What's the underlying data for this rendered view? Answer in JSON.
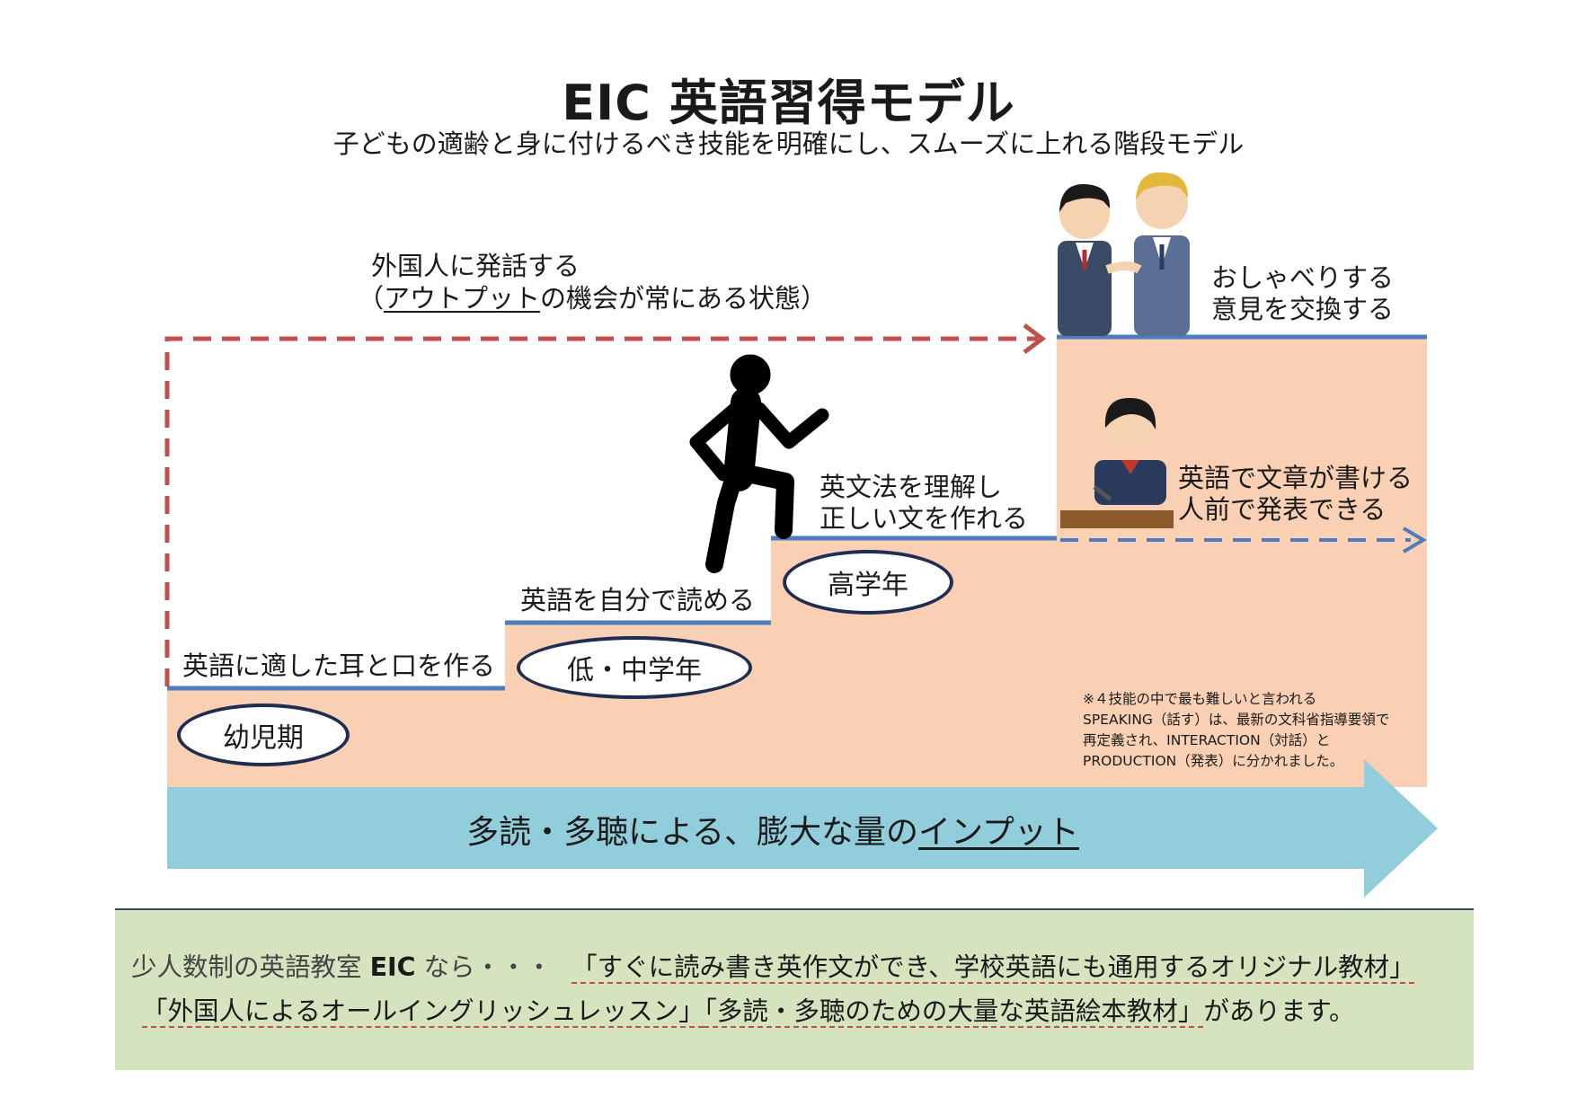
{
  "title": "EIC 英語習得モデル",
  "subtitle": "子どもの適齢と身に付けるべき技能を明確にし、スムーズに上れる階段モデル",
  "output_label": {
    "line1": "外国人に発話する",
    "line2_open": "（",
    "line2_underlined": "アウトプット",
    "line2_rest": "の機会が常にある状態）"
  },
  "steps": [
    {
      "stage": "幼児期",
      "skill": "英語に適した耳と口を作る"
    },
    {
      "stage": "低・中学年",
      "skill": "英語を自分で読める"
    },
    {
      "stage": "高学年",
      "skill_line1": "英文法を理解し",
      "skill_line2": "正しい文を作れる"
    }
  ],
  "top_step": {
    "upper_line1": "おしゃべりする",
    "upper_line2": "意見を交換する",
    "lower_line1": "英語で文章が書ける",
    "lower_line2": "人前で発表できる"
  },
  "note": {
    "line1": "※４技能の中で最も難しいと言われる",
    "line2": "SPEAKING（話す）は、最新の文科省指導要領で",
    "line3": "再定義され、INTERACTION（対話）と",
    "line4": "PRODUCTION（発表）に分かれました。"
  },
  "input_arrow": {
    "text_plain": "多読・多聴による、膨大な量の",
    "text_underlined": "インプット"
  },
  "footer": {
    "line1_intro": "少人数制の英語教室 ",
    "line1_brand": "EIC",
    "line1_mid": " なら・・・",
    "line1_quote": "「すぐに読み書き英作文ができ、学校英語にも通用するオリジナル教材」",
    "line2_quote1": "「外国人によるオールイングリッシュレッスン」",
    "line2_quote2": "「多読・多聴のための大量な英語絵本教材」",
    "line2_end": "があります。"
  },
  "colors": {
    "step_fill": "#f9d0b4",
    "step_line": "#4f7bbf",
    "arrow_blue": "#92cddc",
    "output_arrow": "#c0504d",
    "oval_border": "#1f2d52",
    "footer_bg": "#d6e3bf",
    "footer_line": "#2e4a6e"
  },
  "icons": [
    "walking-person-icon",
    "handshake-people-icon",
    "student-speech-icon"
  ]
}
